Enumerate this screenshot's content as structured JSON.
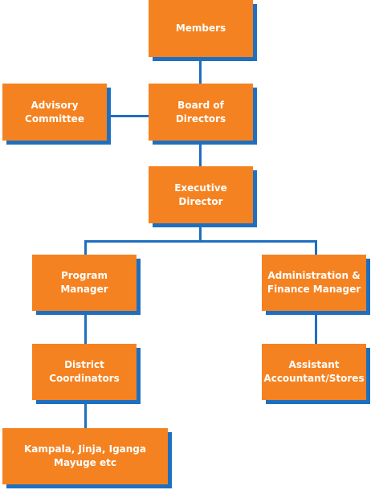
{
  "org_chart": {
    "nodes": {
      "members": "Members",
      "board": "Board of Directors",
      "advisory": "Advisory\nCommittee",
      "executive": "Executive Director",
      "program_manager": "Program\nManager",
      "admin_finance": "Administration &\nFinance Manager",
      "district_coordinators": "District\nCoordinators",
      "assistant_accountant": "Assistant\nAccountant/Stores",
      "districts": "Kampala, Jinja, Iganga\nMayuge etc"
    },
    "colors": {
      "box_fill": "#f58220",
      "box_shadow": "#1f6fbf",
      "connector": "#1f6fbf",
      "text": "#ffffff"
    }
  }
}
